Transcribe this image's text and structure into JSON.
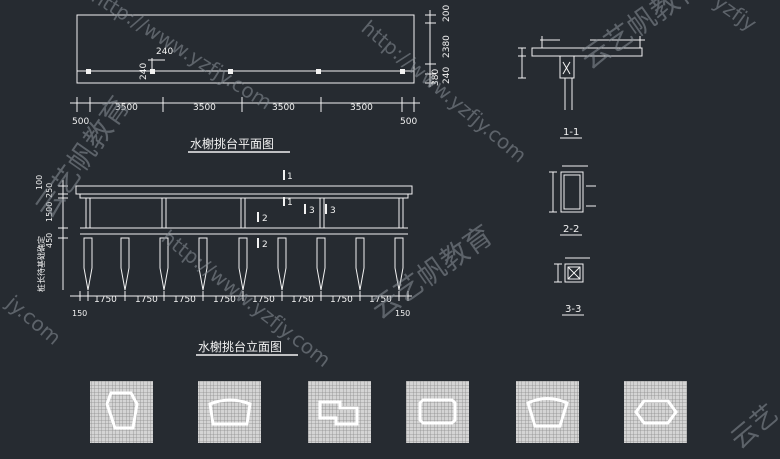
{
  "plan": {
    "title": "水榭挑台平面图",
    "dims_bottom": [
      "500",
      "3500",
      "3500",
      "3500",
      "3500",
      "500"
    ],
    "dims_right": [
      "200",
      "2380",
      "380",
      "240"
    ],
    "post_dim_h": "240",
    "post_dim_v": "240"
  },
  "elevation": {
    "title": "水榭挑台立面图",
    "dims_left": [
      "100",
      "250",
      "1500",
      "450"
    ],
    "side_note": "桩长待基础确定",
    "dims_bottom": [
      "150",
      "1750",
      "1750",
      "1750",
      "1750",
      "1750",
      "1750",
      "1750",
      "1750",
      "150"
    ],
    "section_marks": [
      "1",
      "1",
      "2",
      "2",
      "3",
      "3"
    ]
  },
  "sections": {
    "labels": [
      "1-1",
      "2-2",
      "3-3"
    ]
  },
  "watermark": {
    "url": "http://www.yzfjy.com",
    "brand": "云艺帆教育",
    "fragments": [
      "yzfjy",
      "jy.com",
      "艺",
      "云艺"
    ]
  },
  "colors": {
    "background": "#262b31",
    "line": "#f2f2f2",
    "tile_bg": "#cfcfcf"
  },
  "icons": [
    "stone-shape-1",
    "stone-shape-2",
    "stone-shape-3",
    "stone-shape-4",
    "stone-shape-5",
    "stone-shape-6"
  ]
}
